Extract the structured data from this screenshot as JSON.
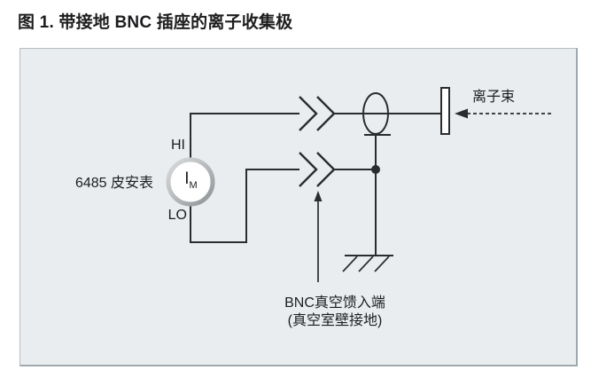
{
  "title": "图 1. 带接地 BNC 插座的离子收集极",
  "diagram": {
    "meter": {
      "label": "6485 皮安表",
      "hi_terminal": "HI",
      "lo_terminal": "LO",
      "symbol": "I",
      "symbol_sub": "M"
    },
    "ion_beam_label": "离子束",
    "feedthrough_label_line1": "BNC真空馈入端",
    "feedthrough_label_line2": "(真空室壁接地)"
  },
  "icons": {
    "bnc_connector": "double-chevron",
    "ground": "chassis-ground",
    "ion_beam": "dashed-arrow-left",
    "callout": "arrow-up"
  },
  "colors": {
    "panel_bg": "#e9edf0",
    "panel_border": "#b4bdc1",
    "line": "#2b2c2e",
    "text": "#1d1d1f"
  }
}
